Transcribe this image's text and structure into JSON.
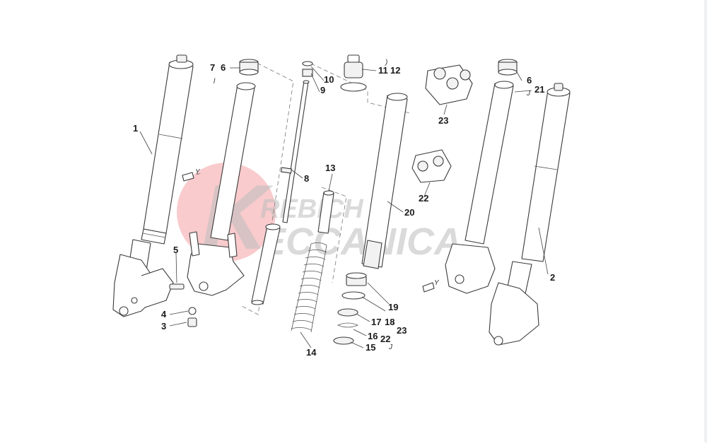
{
  "watermark": {
    "line1": "REBICH",
    "line2": "ECCANICA",
    "emblem_letter": "K",
    "emblem_color": "#e8454a",
    "text_color": "#bdbdbd"
  },
  "callouts": {
    "c1": "1",
    "c2": "2",
    "c3": "3",
    "c4": "4",
    "c5": "5",
    "c6a": "6",
    "c6b": "6",
    "c7": "7",
    "c8": "8",
    "c9": "9",
    "c10": "10",
    "c11": "11",
    "c12": "12",
    "c13": "13",
    "c14": "14",
    "c15": "15",
    "c16": "16",
    "c17": "17",
    "c18": "18",
    "c19": "19",
    "c20": "20",
    "c21": "21",
    "c22a": "22",
    "c22b": "22",
    "c23a": "23",
    "c23b": "23"
  },
  "colors": {
    "line": "#3a3a3a",
    "background": "#ffffff"
  }
}
